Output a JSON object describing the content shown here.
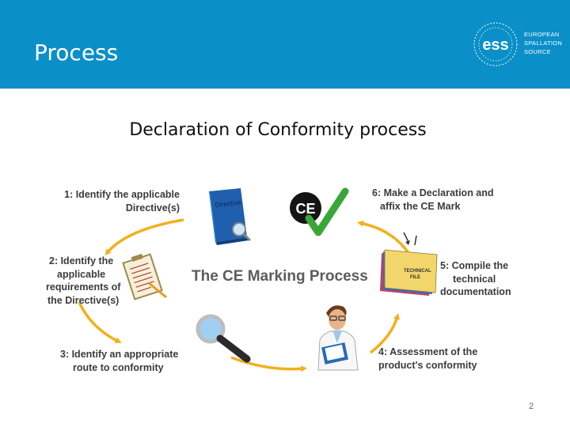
{
  "slide": {
    "title": "Process",
    "subtitle": "Declaration of Conformity process",
    "page_number": "2"
  },
  "logo": {
    "mark": "ess",
    "line1": "EUROPEAN",
    "line2": "SPALLATION",
    "line3": "SOURCE"
  },
  "diagram": {
    "center_text": "The CE Marking Process",
    "steps": [
      {
        "line1": "1: Identify the applicable",
        "line2": "Directive(s)"
      },
      {
        "line1": "2: Identify the",
        "line2": "applicable",
        "line3": "requirements of",
        "line4": "the Directive(s)"
      },
      {
        "line1": "3: Identify an appropriate",
        "line2": "route to conformity"
      },
      {
        "line1": "4: Assessment of the",
        "line2": "product's  conformity"
      },
      {
        "line1": "5: Compile the",
        "line2": "technical",
        "line3": "documentation"
      },
      {
        "line1": "6: Make a Declaration and",
        "line2": "affix the CE Mark"
      }
    ],
    "icons": {
      "directive_book_text": "Directive",
      "ce_mark_text": "CE",
      "technical_file_line1": "TECHNICAL",
      "technical_file_line2": "FILE"
    }
  },
  "colors": {
    "header": "#0a8fc8",
    "arrow": "#f2b01e",
    "label": "#3b3b3b",
    "check": "#3aa637"
  }
}
